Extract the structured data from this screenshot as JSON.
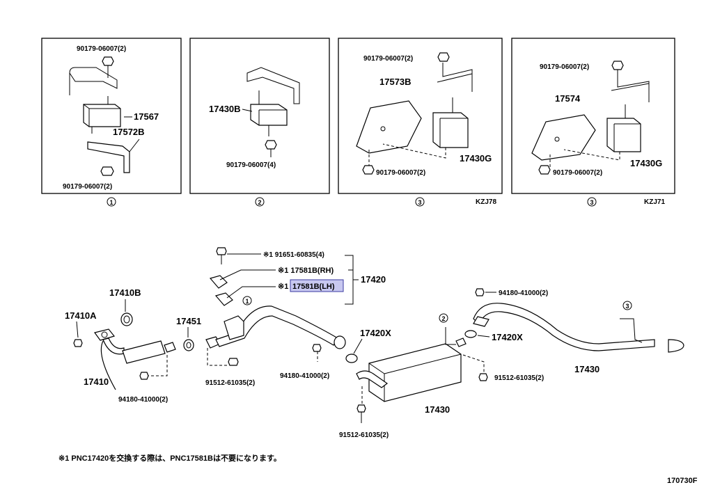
{
  "labels": {
    "p1_top_bolt": "90179-06007(2)",
    "p1_mount": "17567",
    "p1_bracket": "17572B",
    "p1_bottom_nut": "90179-06007(2)",
    "p1_circle": "1",
    "p2_mount": "17430B",
    "p2_nut": "90179-06007(4)",
    "p2_circle": "2",
    "p3_top_nut": "90179-06007(2)",
    "p3_bracket": "17573B",
    "p3_mount": "17430G",
    "p3_bottom_nut": "90179-06007(2)",
    "p3_circle": "3",
    "p3_model": "KZJ78",
    "p4_top_nut": "90179-06007(2)",
    "p4_bracket": "17574",
    "p4_mount": "17430G",
    "p4_bottom_nut": "90179-06007(2)",
    "p4_circle": "3",
    "p4_model": "KZJ71",
    "bolt_note": "※1 91651-60835(4)",
    "bracket_rh": "※1 17581B(RH)",
    "bracket_lh_mark": "※1",
    "bracket_lh": "17581B(LH)",
    "assembly": "17420",
    "gasket_17410b": "17410B",
    "stud_17410a": "17410A",
    "gasket_17451": "17451",
    "front_pipe": "17410",
    "front_nut": "94180-41000(2)",
    "center_bolt": "91512-61035(2)",
    "center_nut": "94180-41000(2)",
    "gasket_17420x_a": "17420X",
    "gasket_17420x_b": "17420X",
    "tail_nut": "94180-41000(2)",
    "muffler_bolt_right": "91512-61035(2)",
    "muffler_bolt_bottom": "91512-61035(2)",
    "muffler": "17430",
    "tail_pipe": "17430",
    "circle_1": "1",
    "circle_2": "2",
    "circle_3": "3"
  },
  "footnote": "※1 PNC17420を交換する際は、PNC17581Bは不要になります。",
  "diagram_code": "170730F",
  "colors": {
    "highlight": "#c8c8f0",
    "line": "#000000"
  }
}
